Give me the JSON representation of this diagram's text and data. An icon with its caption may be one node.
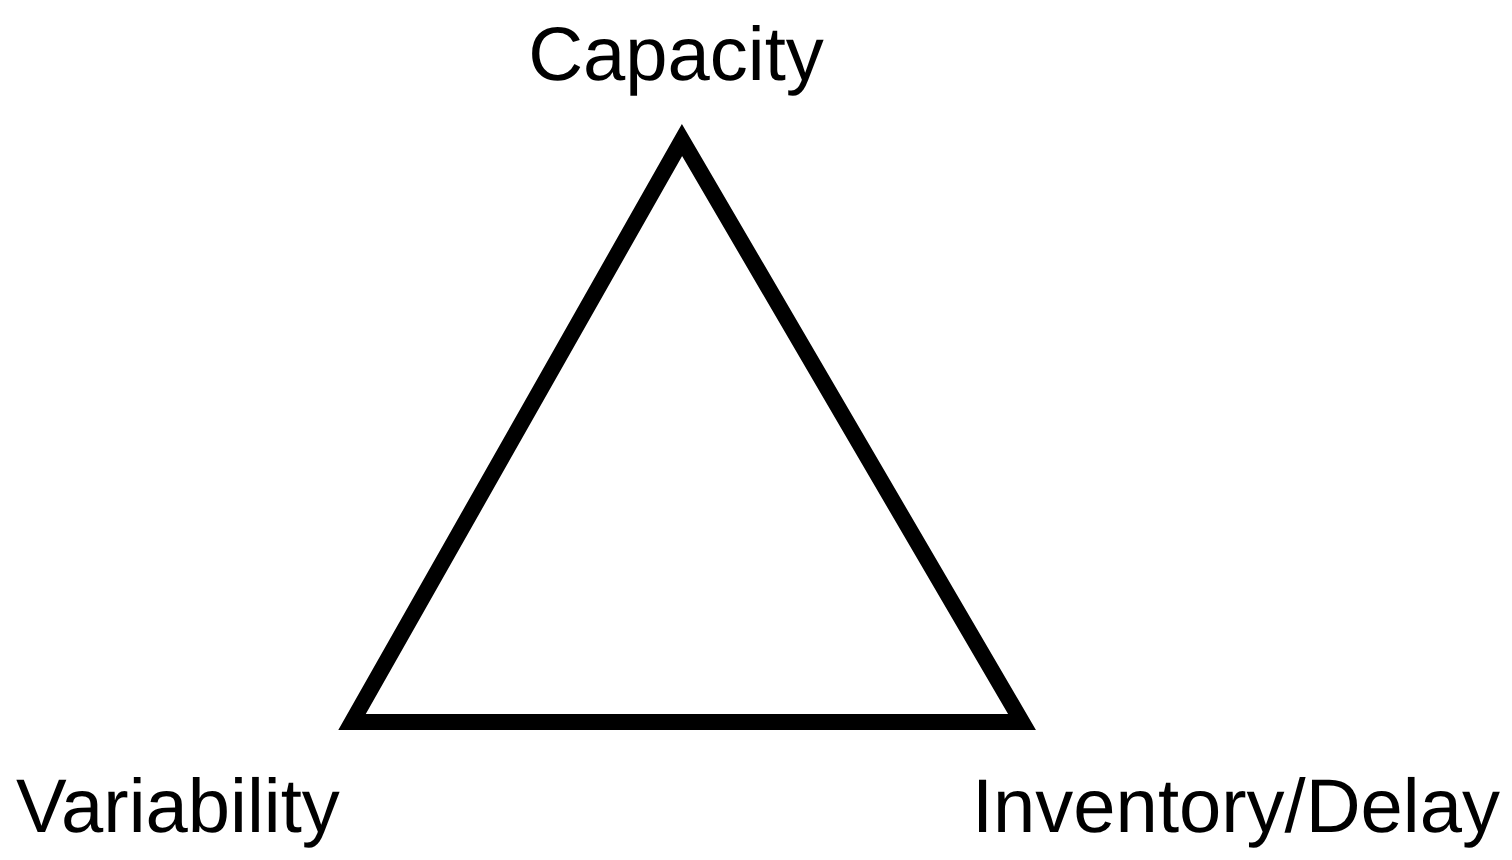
{
  "diagram": {
    "labels": [
      "Capacity",
      "Variability",
      "Inventory/Delay"
    ]
  }
}
